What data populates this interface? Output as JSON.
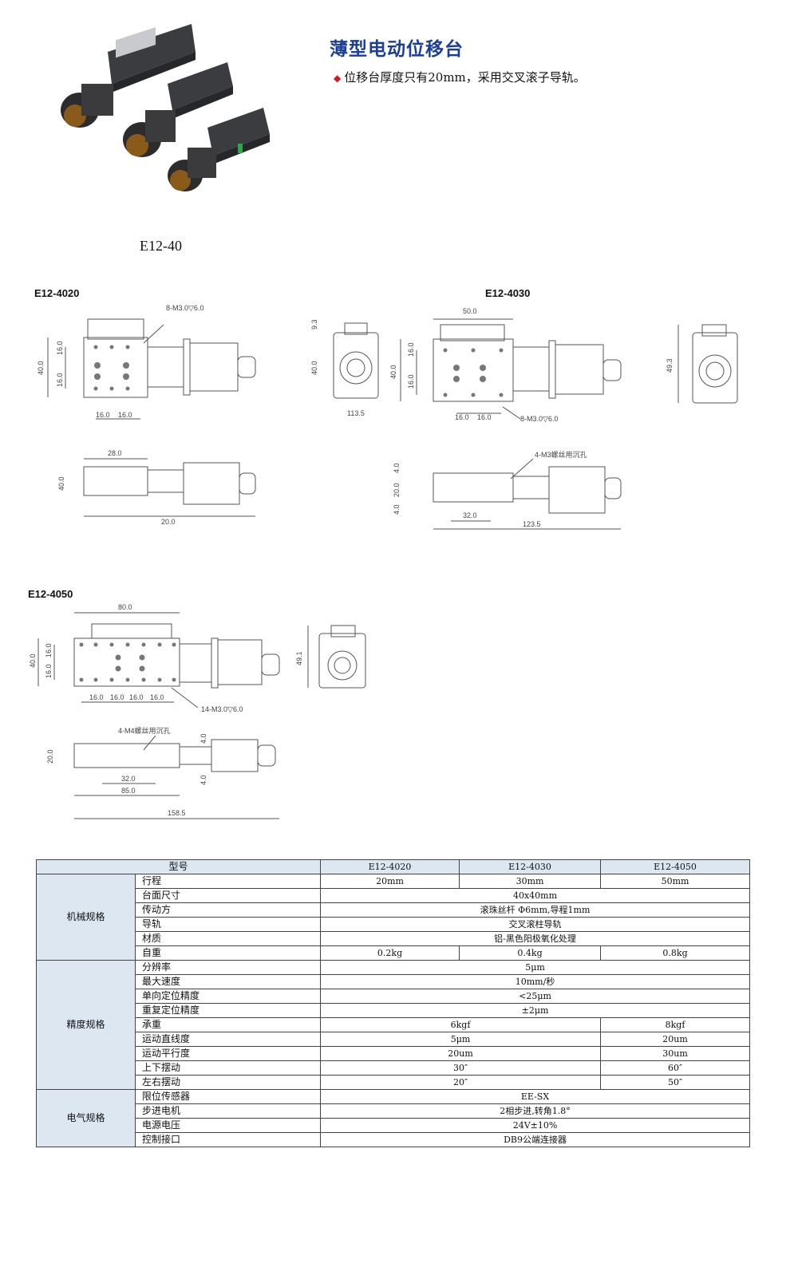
{
  "header": {
    "title": "薄型电动位移台",
    "bullet": "位移台厚度只有20mm，采用交叉滚子导轨。",
    "product_caption": "E12-40"
  },
  "drawings": {
    "e4020": {
      "title": "E12-4020",
      "dims": [
        "8-M3.0▽6.0",
        "16.0",
        "40.0",
        "16.0",
        "16.0",
        "16.0",
        "9.3",
        "40.0",
        "28.0",
        "40.0",
        "20.0",
        "113.5"
      ]
    },
    "e4030": {
      "title": "E12-4030",
      "dims": [
        "50.0",
        "16.0",
        "40.0",
        "16.0",
        "16.0",
        "16.0",
        "8-M3.0▽6.0",
        "49.3",
        "4-M3螺丝用沉孔",
        "4.0",
        "20.0",
        "4.0",
        "32.0",
        "123.5"
      ]
    },
    "e4050": {
      "title": "E12-4050",
      "dims": [
        "80.0",
        "40.0",
        "16.0",
        "16.0",
        "16.0",
        "16.0",
        "16.0",
        "16.0",
        "14-M3.0▽6.0",
        "49.1",
        "4-M4螺丝用沉孔",
        "20.0",
        "4.0",
        "4.0",
        "32.0",
        "85.0",
        "158.5"
      ]
    }
  },
  "table": {
    "header": {
      "label": "型号",
      "models": [
        "E12-4020",
        "E12-4030",
        "E12-4050"
      ]
    },
    "groups": [
      {
        "name": "机械规格",
        "rows": [
          {
            "label": "行程",
            "values": [
              "20mm",
              "30mm",
              "50mm"
            ]
          },
          {
            "label": "台面尺寸",
            "values": [
              "40x40mm"
            ]
          },
          {
            "label": "传动方",
            "values": [
              "滚珠丝杆 Φ6mm,导程1mm"
            ]
          },
          {
            "label": "导轨",
            "values": [
              "交叉滚柱导轨"
            ]
          },
          {
            "label": "材质",
            "values": [
              "铝-黑色阳极氧化处理"
            ]
          },
          {
            "label": "自重",
            "values": [
              "0.2kg",
              "0.4kg",
              "0.8kg"
            ]
          }
        ]
      },
      {
        "name": "精度规格",
        "rows": [
          {
            "label": "分辨率",
            "values": [
              "5μm"
            ]
          },
          {
            "label": "最大速度",
            "values": [
              "10mm/秒"
            ]
          },
          {
            "label": "单向定位精度",
            "values": [
              "<25μm"
            ]
          },
          {
            "label": "重复定位精度",
            "values": [
              "±2μm"
            ]
          },
          {
            "label": "承重",
            "values": [
              "6kgf",
              "8kgf"
            ]
          },
          {
            "label": "运动直线度",
            "values": [
              "5μm",
              "20um"
            ]
          },
          {
            "label": "运动平行度",
            "values": [
              "20um",
              "30um"
            ]
          },
          {
            "label": "上下摆动",
            "values": [
              "30″",
              "60″"
            ]
          },
          {
            "label": "左右摆动",
            "values": [
              "20″",
              "50″"
            ]
          }
        ]
      },
      {
        "name": "电气规格",
        "rows": [
          {
            "label": "限位传感器",
            "values": [
              "EE-SX"
            ]
          },
          {
            "label": "步进电机",
            "values": [
              "2相步进,转角1.8°"
            ]
          },
          {
            "label": "电源电压",
            "values": [
              "24V±10%"
            ]
          },
          {
            "label": "控制接口",
            "values": [
              "DB9公端连接器"
            ]
          }
        ]
      }
    ]
  }
}
